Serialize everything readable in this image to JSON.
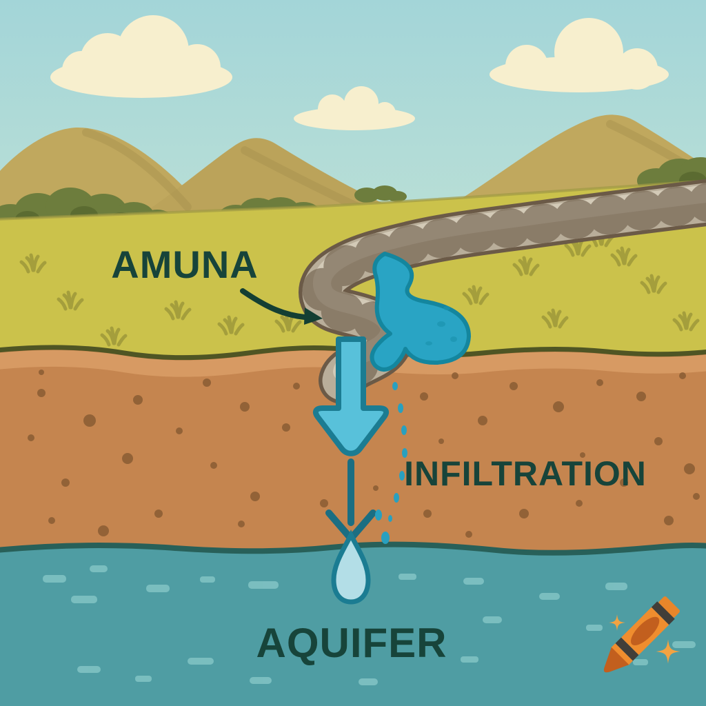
{
  "diagram": {
    "labels": {
      "amuna": "AMUNA",
      "infiltration": "INFILTRATION",
      "aquifer": "AQUIFER"
    },
    "icons": {
      "watermark": "crayon-icon",
      "sparkle": "sparkle-icon",
      "amuna_pointer": "curved-arrow-icon",
      "infiltration_flow": "down-arrow-icon"
    },
    "colors": {
      "sky_top": "#a3d5d8",
      "sky_bottom": "#c9e6d5",
      "cloud": "#f7efce",
      "hill": "#c0a85e",
      "hill_shade": "#a7914e",
      "bush": "#6d7d3d",
      "bush_dark": "#5b6b31",
      "grass": "#cbc24b",
      "grass_tuft": "#a49e3c",
      "soil": "#c5854f",
      "soil_light_band": "#d99e66",
      "soil_dot": "#8a5c33",
      "ground_line": "#4f5524",
      "aquifer": "#4f9da3",
      "aquifer_edge": "#286059",
      "water_dash": "#7fc2c3",
      "channel_water": "#29a4c4",
      "channel_water_edge": "#14869e",
      "arrow_fill": "#58c1da",
      "arrow_stroke": "#1b7c92",
      "droplet_fill": "#b3dee7",
      "stone": "#b9ae9a",
      "stone_highlight": "#d6cdba",
      "stone_outline": "#6b5a47",
      "label_text": "#17443a",
      "crayon_orange": "#e8862a",
      "crayon_dark_orange": "#c25f1e",
      "crayon_band": "#413e39",
      "sparkle": "#f2a342"
    }
  }
}
